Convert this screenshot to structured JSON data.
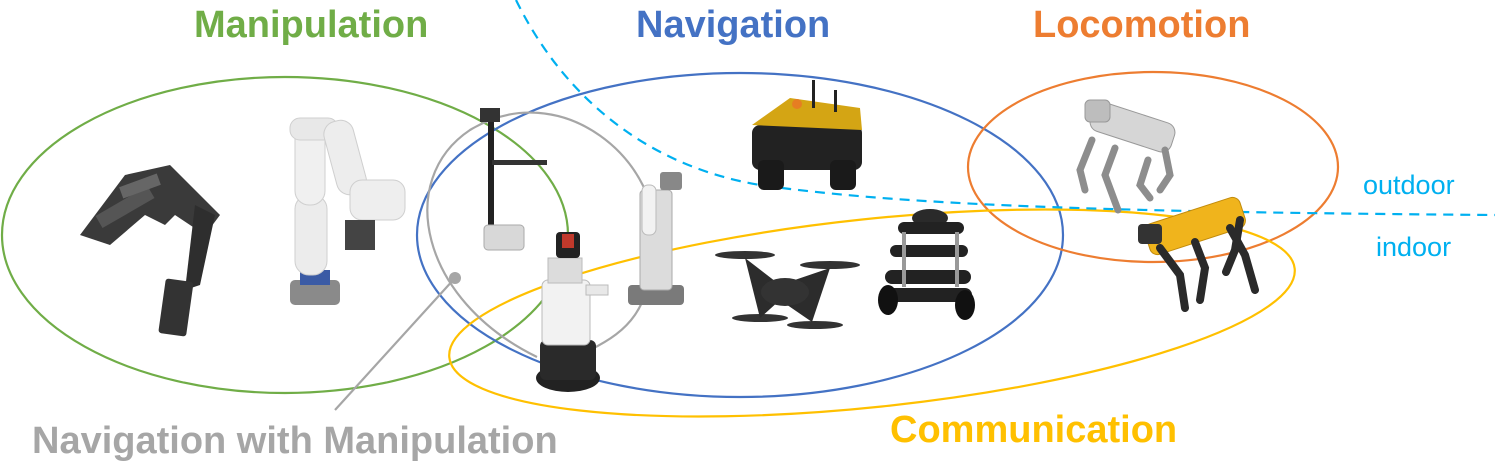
{
  "labels": {
    "manipulation": "Manipulation",
    "navigation": "Navigation",
    "locomotion": "Locomotion",
    "communication": "Communication",
    "nav_with_manip": "Navigation with Manipulation",
    "outdoor": "outdoor",
    "indoor": "indoor"
  },
  "colors": {
    "manipulation": "#70ad47",
    "navigation": "#4472c4",
    "locomotion": "#ed7d31",
    "communication": "#ffc000",
    "nav_with_manip": "#a6a6a6",
    "outdoor_indoor": "#00b0f0"
  },
  "robots": [
    {
      "icon": "multi-finger-gripper-icon"
    },
    {
      "icon": "robotic-arm-icon"
    },
    {
      "icon": "stretch-mobile-manipulator-icon"
    },
    {
      "icon": "hsr-mobile-manipulator-icon"
    },
    {
      "icon": "fetch-mobile-manipulator-icon"
    },
    {
      "icon": "jackal-rover-icon"
    },
    {
      "icon": "quadcopter-drone-icon"
    },
    {
      "icon": "turtlebot-icon"
    },
    {
      "icon": "unitree-quadruped-icon"
    },
    {
      "icon": "spot-quadruped-icon"
    }
  ]
}
